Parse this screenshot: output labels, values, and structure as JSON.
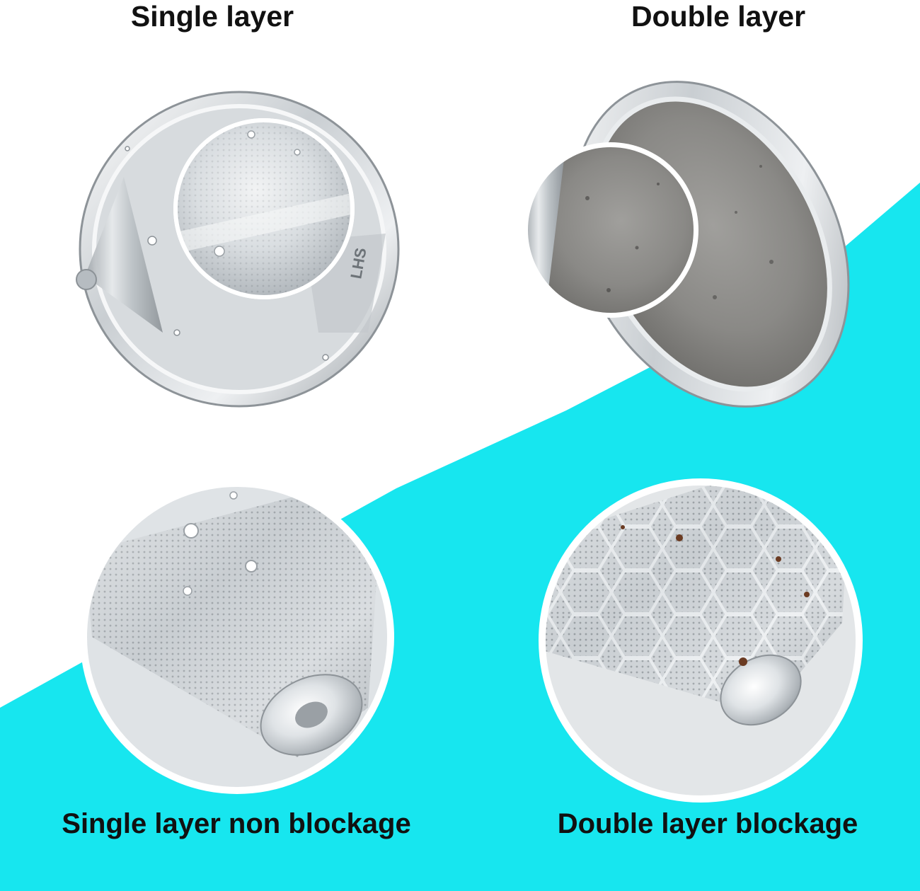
{
  "labels": {
    "top_left": "Single layer",
    "top_right": "Double layer",
    "bottom_left": "Single layer non blockage",
    "bottom_right": "Double layer blockage"
  },
  "filter_stamp": "LHS",
  "colors": {
    "background": "#ffffff",
    "accent_band": "#17e6ef",
    "text": "#111111",
    "steel_light": "#f2f4f5",
    "steel_mid": "#c3c8cc",
    "steel_dark": "#7f868c",
    "coffee_residue": "#8e8d8a"
  }
}
